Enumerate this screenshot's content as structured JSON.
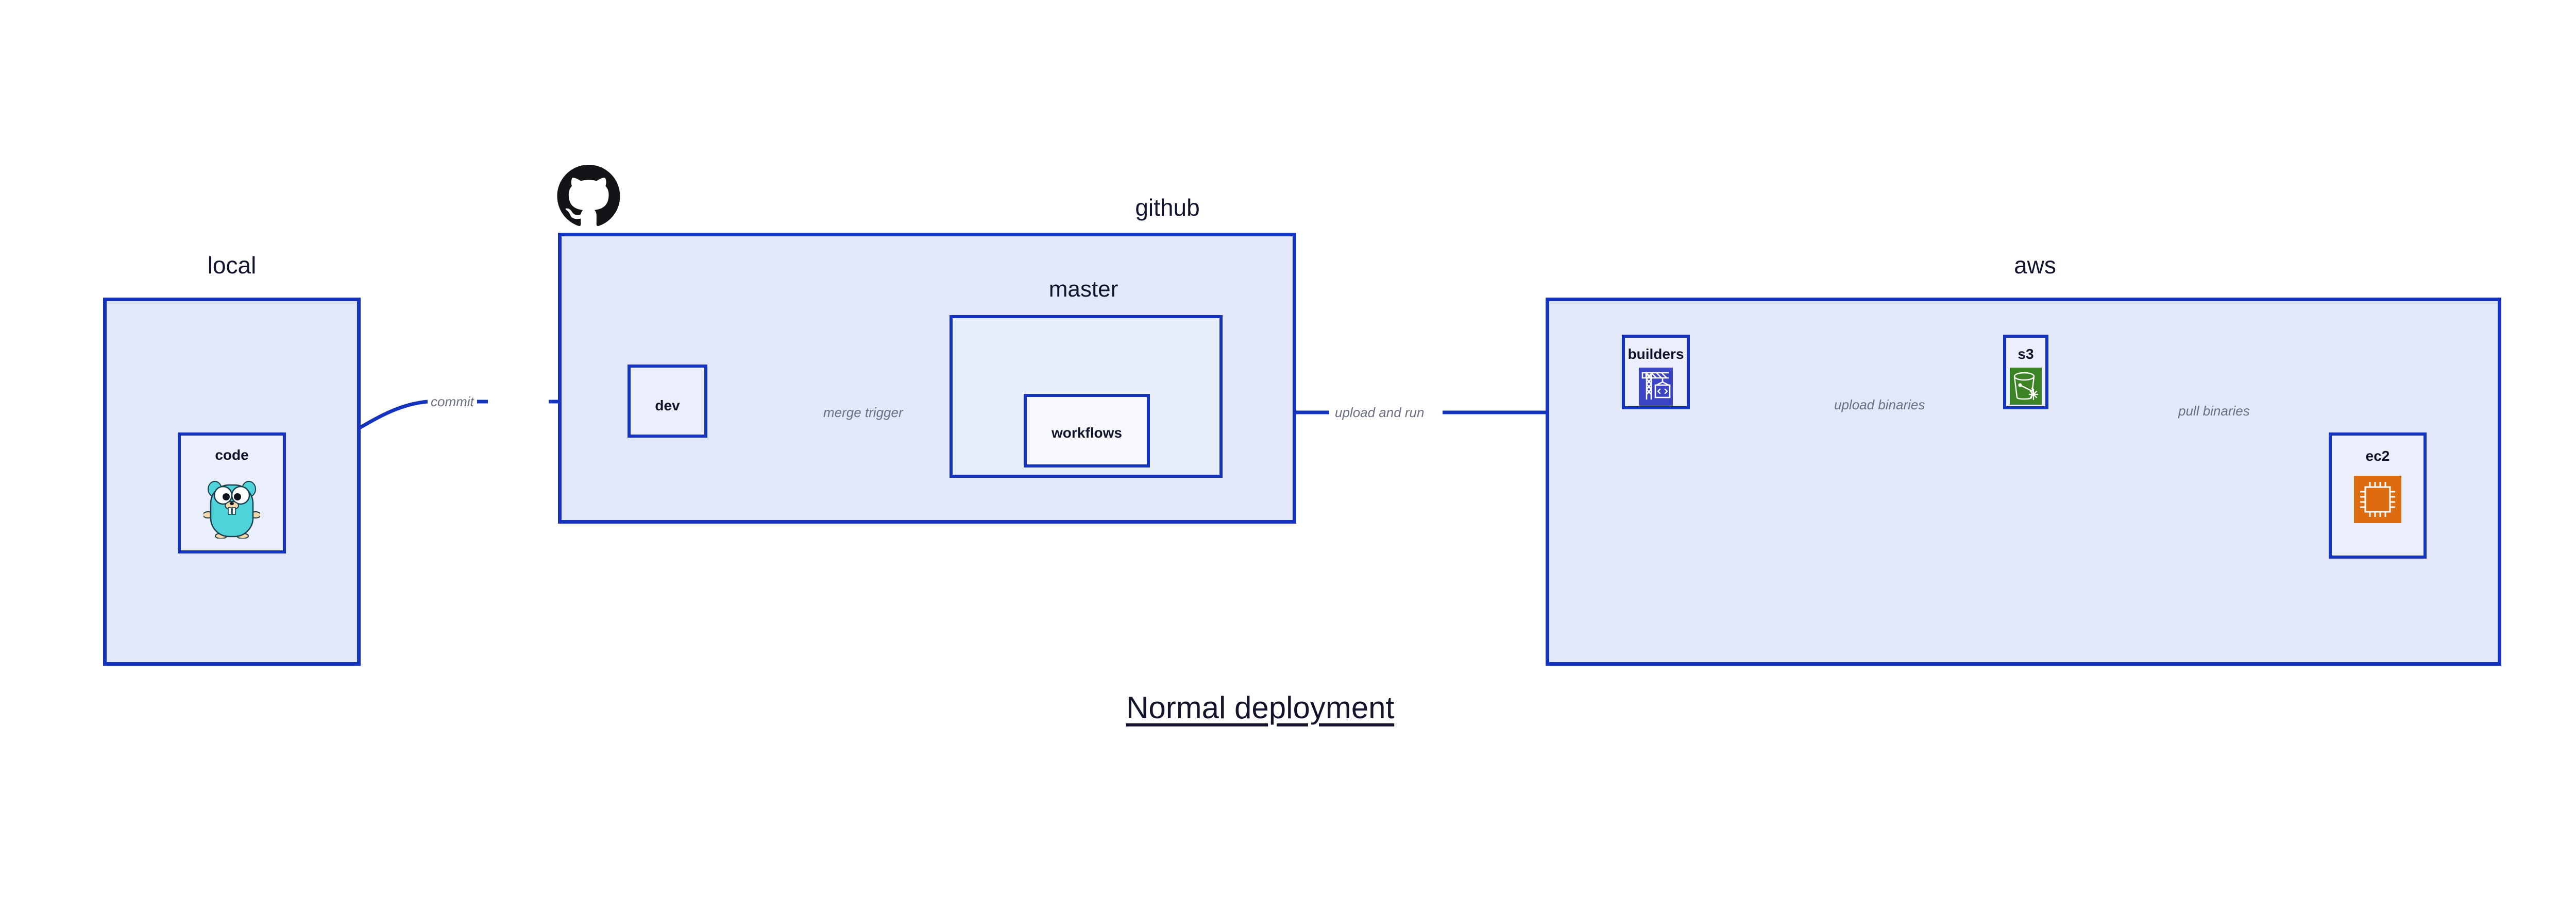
{
  "diagram": {
    "caption": "Normal deployment",
    "colors": {
      "border": "#1434c0",
      "group_fill": "#e2e7fa",
      "node_fill": "#eaeffb",
      "edge_line": "#1434c0",
      "edge_label": "#6a7080",
      "text": "#11152e",
      "builders_icon_bg": "#3b44c4",
      "s3_icon_bg": "#3b8324",
      "ec2_icon_bg": "#dd6b10",
      "gopher_body": "#4fd3da"
    }
  },
  "groups": {
    "local": {
      "label": "local"
    },
    "github": {
      "label": "github"
    },
    "master": {
      "label": "master"
    },
    "aws": {
      "label": "aws"
    }
  },
  "nodes": {
    "code": {
      "label": "code",
      "icon": "go-gopher-icon"
    },
    "dev": {
      "label": "dev",
      "icon": "none"
    },
    "workflows": {
      "label": "workflows",
      "icon": "none"
    },
    "builders": {
      "label": "builders",
      "icon": "aws-codebuild-crane-icon"
    },
    "s3": {
      "label": "s3",
      "icon": "aws-s3-bucket-icon"
    },
    "ec2": {
      "label": "ec2",
      "icon": "aws-ec2-chip-icon"
    }
  },
  "edges": [
    {
      "id": "commit",
      "label": "commit",
      "from": "code",
      "to": "dev"
    },
    {
      "id": "merge-trigger",
      "label": "merge trigger",
      "from": "dev",
      "to": "workflows"
    },
    {
      "id": "upload-and-run",
      "label": "upload and run",
      "from": "workflows",
      "to": "builders"
    },
    {
      "id": "upload-binaries",
      "label": "upload binaries",
      "from": "builders",
      "to": "s3"
    },
    {
      "id": "pull-binaries",
      "label": "pull binaries",
      "from": "s3",
      "to": "ec2"
    }
  ],
  "logos": {
    "github": {
      "name": "github-octocat-logo"
    }
  }
}
